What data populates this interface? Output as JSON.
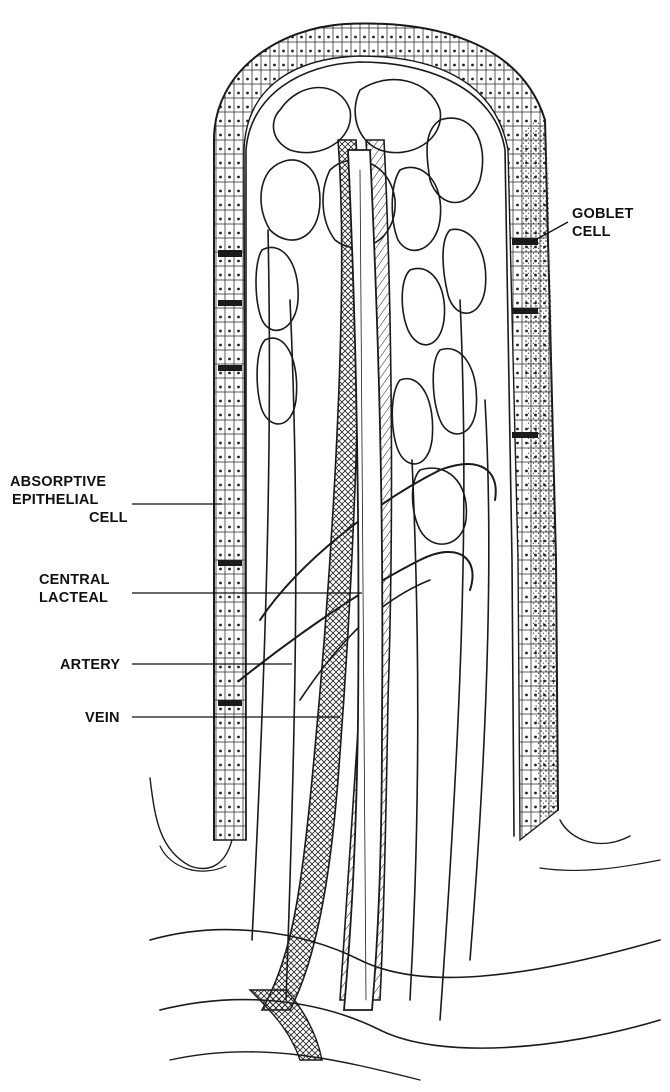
{
  "labels": {
    "goblet_line1": "GOBLET",
    "goblet_line2": "CELL",
    "absorptive_line1": "ABSORPTIVE",
    "absorptive_line2": "EPITHELIAL",
    "absorptive_line3": "CELL",
    "lacteal_line1": "CENTRAL",
    "lacteal_line2": "LACTEAL",
    "artery": "ARTERY",
    "vein": "VEIN"
  }
}
